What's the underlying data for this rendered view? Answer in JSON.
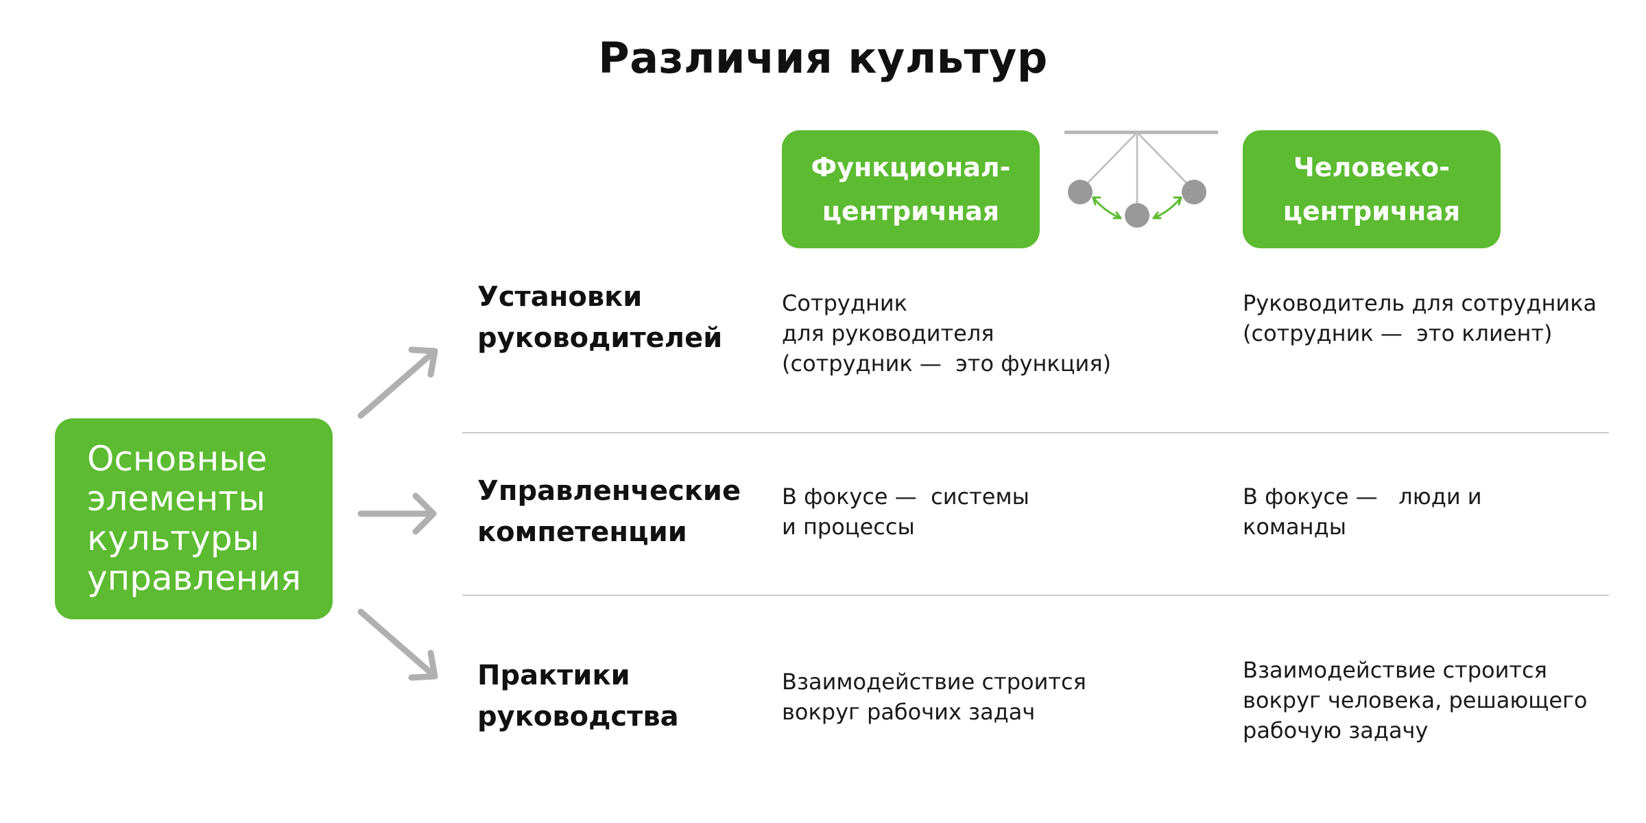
{
  "title": "Различия культур",
  "main_box": {
    "lines": [
      "Основные",
      "элементы",
      "культуры",
      "управления"
    ]
  },
  "columns": [
    {
      "lines": [
        "Функционал-",
        "центричная"
      ]
    },
    {
      "lines": [
        "Человеко-",
        "центричная"
      ]
    }
  ],
  "rows": [
    {
      "label_lines": [
        "Установки",
        "руководителей"
      ],
      "functional_lines": [
        "Сотрудник",
        "для руководителя",
        "(сотрудник —  это функция)"
      ],
      "human_lines": [
        "Руководитель для сотрудника",
        "(сотрудник —  это клиент)"
      ]
    },
    {
      "label_lines": [
        "Управленческие",
        "компетенции"
      ],
      "functional_lines": [
        "В фокусе —  системы",
        "и процессы"
      ],
      "human_lines": [
        "В фокусе —   люди и",
        "команды"
      ]
    },
    {
      "label_lines": [
        "Практики",
        "руководства"
      ],
      "functional_lines": [
        "Взаимодействие строится",
        "вокруг рабочих задач"
      ],
      "human_lines": [
        "Взаимодействие строится",
        "вокруг человека, решающего",
        "рабочую задачу"
      ]
    }
  ],
  "colors": {
    "accent": "#5cbb31",
    "arrow": "#b0b0b0",
    "pendulum_ball": "#999999",
    "divider": "#cccccc"
  }
}
